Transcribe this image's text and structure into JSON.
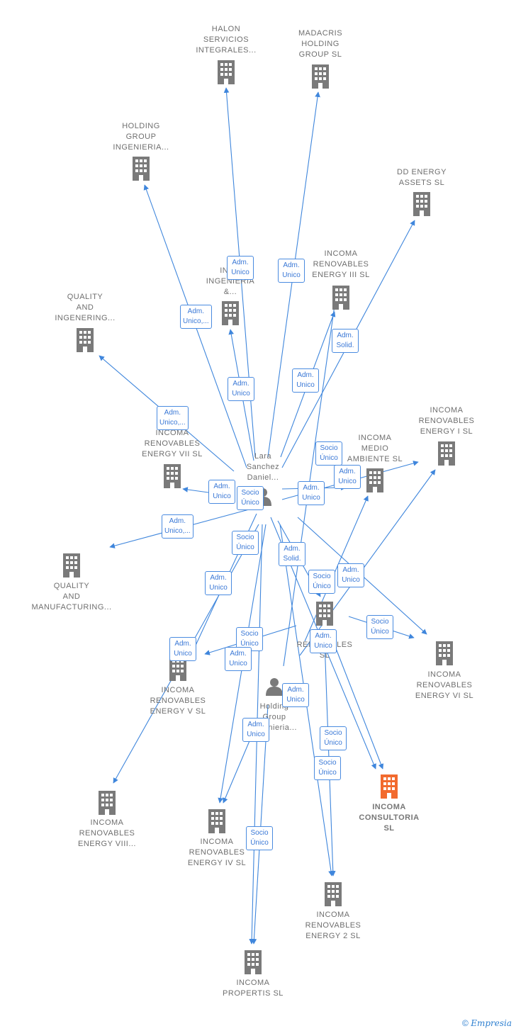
{
  "nodes": [
    {
      "id": "halon",
      "label": "HALON\nSERVICIOS\nINTEGRALES...",
      "type": "company"
    },
    {
      "id": "madacris",
      "label": "MADACRIS\nHOLDING\nGROUP  SL",
      "type": "company"
    },
    {
      "id": "holding_ing",
      "label": "HOLDING\nGROUP\nINGENIERIA...",
      "type": "company"
    },
    {
      "id": "dd_energy",
      "label": "DD ENERGY\nASSETS  SL",
      "type": "company"
    },
    {
      "id": "quality_ing",
      "label": "QUALITY\nAND\nINGENERING...",
      "type": "company"
    },
    {
      "id": "inco_ing",
      "label": "INCO\nINGENIERIA\n&...",
      "type": "company"
    },
    {
      "id": "energy3",
      "label": "INCOMA\nRENOVABLES\nENERGY III  SL",
      "type": "company"
    },
    {
      "id": "energy1",
      "label": "INCOMA\nRENOVABLES\nENERGY I  SL",
      "type": "company"
    },
    {
      "id": "medio",
      "label": "INCOMA\nMEDIO\nAMBIENTE  SL",
      "type": "company"
    },
    {
      "id": "energy7",
      "label": "INCOMA\nRENOVABLES\nENERGY VII  SL",
      "type": "company"
    },
    {
      "id": "lara",
      "label": "Lara\nSanchez\nDaniel...",
      "type": "person"
    },
    {
      "id": "quality_man",
      "label": "QUALITY\nAND\nMANUFACTURING...",
      "type": "company"
    },
    {
      "id": "renovables",
      "label": "RENOVABLES\nSL",
      "type": "company"
    },
    {
      "id": "energy6",
      "label": "INCOMA\nRENOVABLES\nENERGY VI  SL",
      "type": "company"
    },
    {
      "id": "energy5",
      "label": "INCOMA\nRENOVABLES\nENERGY V  SL",
      "type": "company"
    },
    {
      "id": "holding_person",
      "label": "Holding\nGroup\nIngenieria...",
      "type": "person"
    },
    {
      "id": "consultoria",
      "label": "INCOMA\nCONSULTORIA\nSL",
      "type": "company",
      "highlight": true
    },
    {
      "id": "energy8",
      "label": "INCOMA\nRENOVABLES\nENERGY VIII...",
      "type": "company"
    },
    {
      "id": "energy4",
      "label": "INCOMA\nRENOVABLES\nENERGY IV  SL",
      "type": "company"
    },
    {
      "id": "energy2",
      "label": "INCOMA\nRENOVABLES\nENERGY 2  SL",
      "type": "company"
    },
    {
      "id": "propertis",
      "label": "INCOMA\nPROPERTIS  SL",
      "type": "company"
    }
  ],
  "edge_labels": [
    "Adm.\nUnico",
    "Adm.\nUnico",
    "Adm.\nUnico,...",
    "Adm.\nSolid.",
    "Adm.\nUnico",
    "Adm.\nUnico",
    "Adm.\nUnico,...",
    "Socio\nÚnico",
    "Adm.\nUnico",
    "Adm.\nUnico",
    "Socio\nÚnico",
    "Adm.\nUnico",
    "Adm.\nUnico,...",
    "Socio\nÚnico",
    "Adm.\nSolid.",
    "Socio\nÚnico",
    "Adm.\nUnico",
    "Adm.\nUnico",
    "Socio\nÚnico",
    "Socio\nÚnico",
    "Adm.\nUnico",
    "Adm.\nUnico",
    "Adm.\nUnico",
    "Adm.\nUnico",
    "Adm.\nUnico",
    "Socio\nÚnico",
    "Socio\nÚnico",
    "Socio\nÚnico"
  ],
  "colors": {
    "edge": "#3f86dc",
    "building": "#7a7a7a",
    "building_highlight": "#f26a2e",
    "label": "#6f6f6f"
  },
  "footer": {
    "copyright": "©",
    "brand": "Empresia"
  }
}
